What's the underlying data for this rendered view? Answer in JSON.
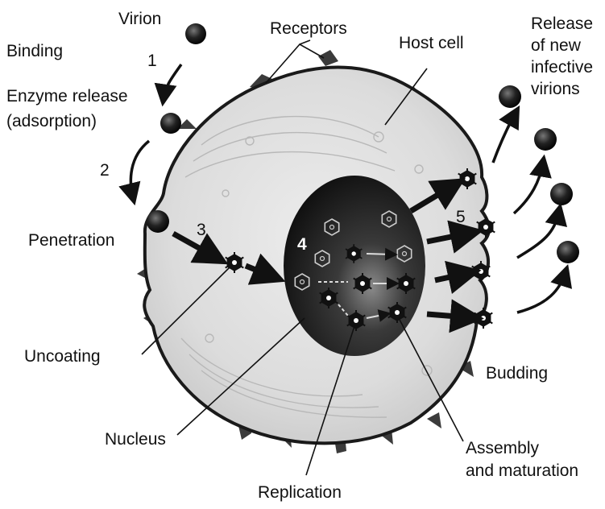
{
  "labels": {
    "virion": "Virion",
    "binding": "Binding",
    "receptors": "Receptors",
    "host_cell": "Host cell",
    "release_line1": "Release",
    "release_line2": "of new",
    "release_line3": "infective",
    "release_line4": "virions",
    "enzyme_release_line1": "Enzyme release",
    "enzyme_release_line2": "(adsorption)",
    "penetration": "Penetration",
    "uncoating": "Uncoating",
    "nucleus": "Nucleus",
    "replication": "Replication",
    "budding": "Budding",
    "assembly_line1": "Assembly",
    "assembly_line2": "and maturation"
  },
  "steps": {
    "step1": "1",
    "step2": "2",
    "step3": "3",
    "step4": "4",
    "step5": "5"
  },
  "colors": {
    "cell_fill": "#d9d9d9",
    "nucleus_dark": "#1a1a1a",
    "virion": "#111111",
    "line": "#111111"
  }
}
